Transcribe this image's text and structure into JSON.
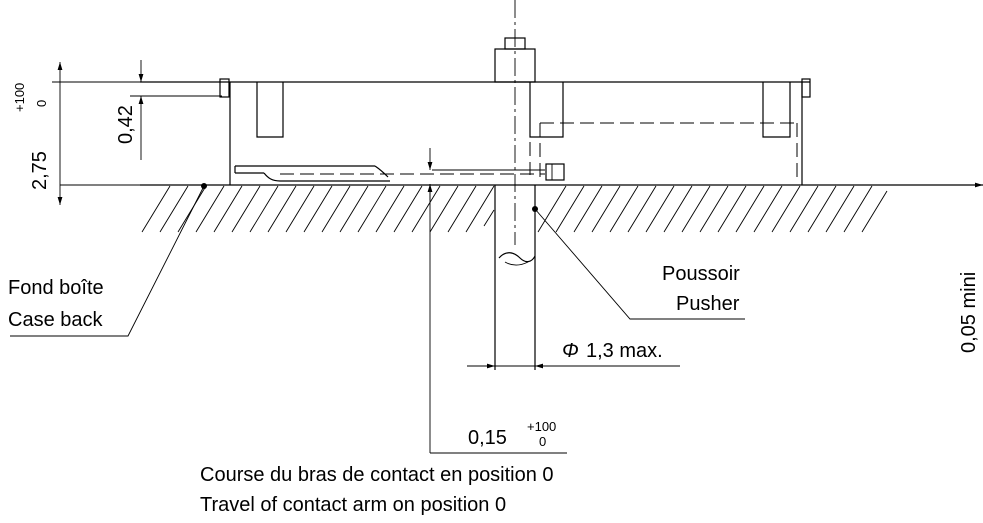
{
  "dimensions": {
    "height_value": "2,75",
    "height_tol_upper": "+100",
    "height_tol_lower": "0",
    "offset_value": "0,42",
    "diameter_symbol": "Φ",
    "diameter_value": "1,3 max.",
    "travel_value": "0,15",
    "travel_tol_upper": "+100",
    "travel_tol_lower": "0",
    "side_value": "0,05 mini"
  },
  "labels": {
    "case_back_fr": "Fond boîte",
    "case_back_en": "Case back",
    "pusher_fr": "Poussoir",
    "pusher_en": "Pusher",
    "travel_fr": "Course du bras de contact en position 0",
    "travel_en": "Travel of contact arm on position 0"
  }
}
